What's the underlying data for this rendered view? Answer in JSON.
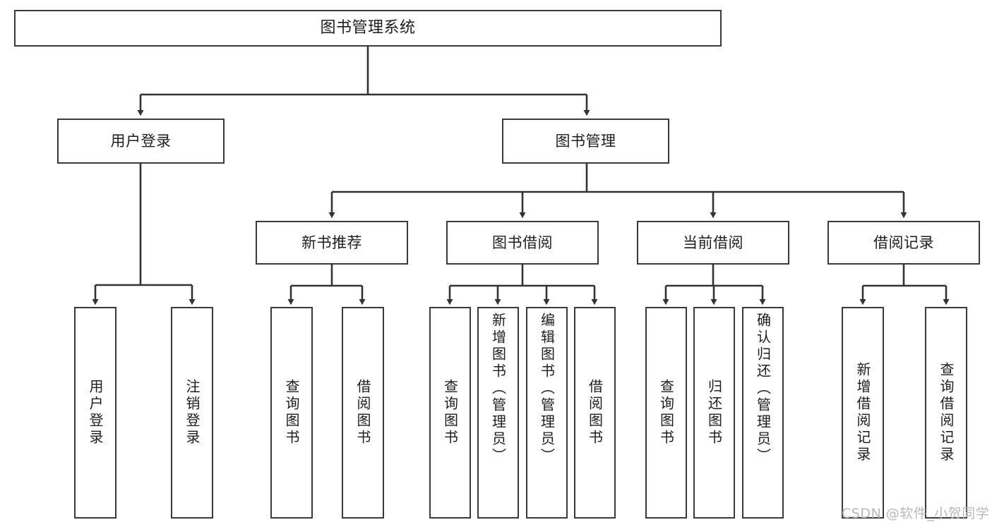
{
  "diagram": {
    "title": "图书管理系统",
    "type": "tree-hierarchy-chart",
    "background_color": "#ffffff",
    "box_border_color": "#3a3a3a",
    "connector_color": "#333333",
    "root": {
      "label": "图书管理系统"
    },
    "level2": [
      {
        "label": "用户登录"
      },
      {
        "label": "图书管理"
      }
    ],
    "level3": [
      {
        "label": "新书推荐"
      },
      {
        "label": "图书借阅"
      },
      {
        "label": "当前借阅"
      },
      {
        "label": "借阅记录"
      }
    ],
    "leaves": {
      "user_login": [
        {
          "label": "用户登录"
        },
        {
          "label": "注销登录"
        }
      ],
      "new_book_recommend": [
        {
          "label": "查询图书"
        },
        {
          "label": "借阅图书"
        }
      ],
      "book_borrow": [
        {
          "label": "查询图书"
        },
        {
          "label": "新增图书（管理员）"
        },
        {
          "label": "编辑图书（管理员）"
        },
        {
          "label": "借阅图书"
        }
      ],
      "current_borrow": [
        {
          "label": "查询图书"
        },
        {
          "label": "归还图书"
        },
        {
          "label": "确认归还（管理员）"
        }
      ],
      "borrow_record": [
        {
          "label": "新增借阅记录"
        },
        {
          "label": "查询借阅记录"
        }
      ]
    }
  },
  "watermark": {
    "text": "CSDN @软件_小贺同学"
  }
}
